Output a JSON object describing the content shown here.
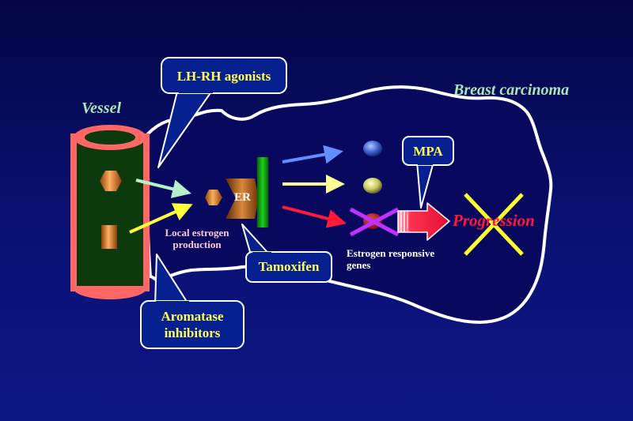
{
  "labels": {
    "vessel": "Vessel",
    "breast_carcinoma": "Breast carcinoma",
    "lhrh_agonists": "LH-RH agonists",
    "mpa": "MPA",
    "er": "ER",
    "local_estrogen_line1": "Local estrogen",
    "local_estrogen_line2": "production",
    "tamoxifen": "Tamoxifen",
    "estrogen_genes_line1": "Estrogen responsive",
    "estrogen_genes_line2": "genes",
    "progression": "Progression",
    "aromatase_line1": "Aromatase",
    "aromatase_line2": "inhibitors"
  },
  "colors": {
    "background_top": "#040646",
    "background_bottom": "#0d1685",
    "vessel_wall": "#ff6666",
    "vessel_lumen": "#0c3a0c",
    "callout_fill": "#062090",
    "callout_text": "#ffff55",
    "receptor_bar": "#00b000",
    "arrow_mint": "#b4f0c8",
    "arrow_yellow": "#ffff3c",
    "arrow_blue": "#6090ff",
    "arrow_pale_yellow": "#ffff96",
    "arrow_red": "#ff1a3a",
    "cross_purple": "#c030ff",
    "cross_yellow": "#ffff30"
  }
}
